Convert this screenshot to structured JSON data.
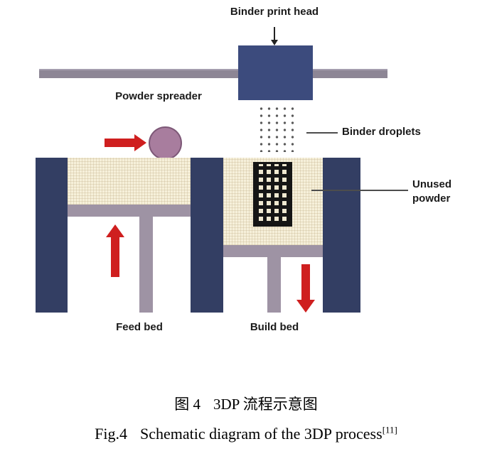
{
  "figure": {
    "labels": {
      "binder_print_head": "Binder print head",
      "powder_spreader": "Powder spreader",
      "binder_droplets": "Binder droplets",
      "unused_powder": "Unused powder",
      "feed_bed": "Feed bed",
      "build_bed": "Build bed"
    },
    "caption": {
      "zh_label": "图 4",
      "zh_text": "3DP 流程示意图",
      "en_label": "Fig.4",
      "en_text": "Schematic diagram of the 3DP process",
      "en_ref": "[11]"
    },
    "colors": {
      "navy": "#333e63",
      "printhead_blue": "#3c4b7d",
      "rail_gray": "#8d8695",
      "platform_gray": "#9e93a4",
      "spreader_mauve": "#a87d9e",
      "powder_cream": "#f6f0da",
      "arrow_red": "#cf1f1f"
    }
  }
}
